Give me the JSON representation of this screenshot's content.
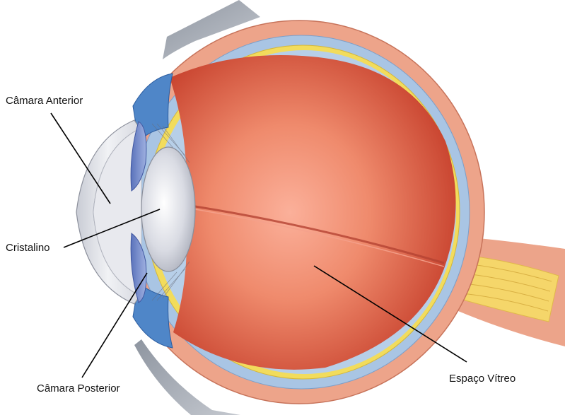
{
  "labels": {
    "anterior_chamber": "Câmara Anterior",
    "lens": "Cristalino",
    "posterior_chamber": "Câmara Posterior",
    "vitreous_space": "Espaço Vítreo"
  },
  "colors": {
    "sclera": "#e8a184",
    "choroid": "#a9c5e4",
    "retina": "#f2dc5c",
    "vitreous_center": "#f7a487",
    "vitreous_edge": "#c8402c",
    "lens_highlight": "#fbfbfd",
    "lens_shadow": "#a8abb7",
    "cornea": "#d4d6de",
    "iris": "#6f86c8",
    "ciliary_body": "#4f86c8",
    "optic_nerve": "#f6d870",
    "eyelid": "#9aa0aa"
  }
}
